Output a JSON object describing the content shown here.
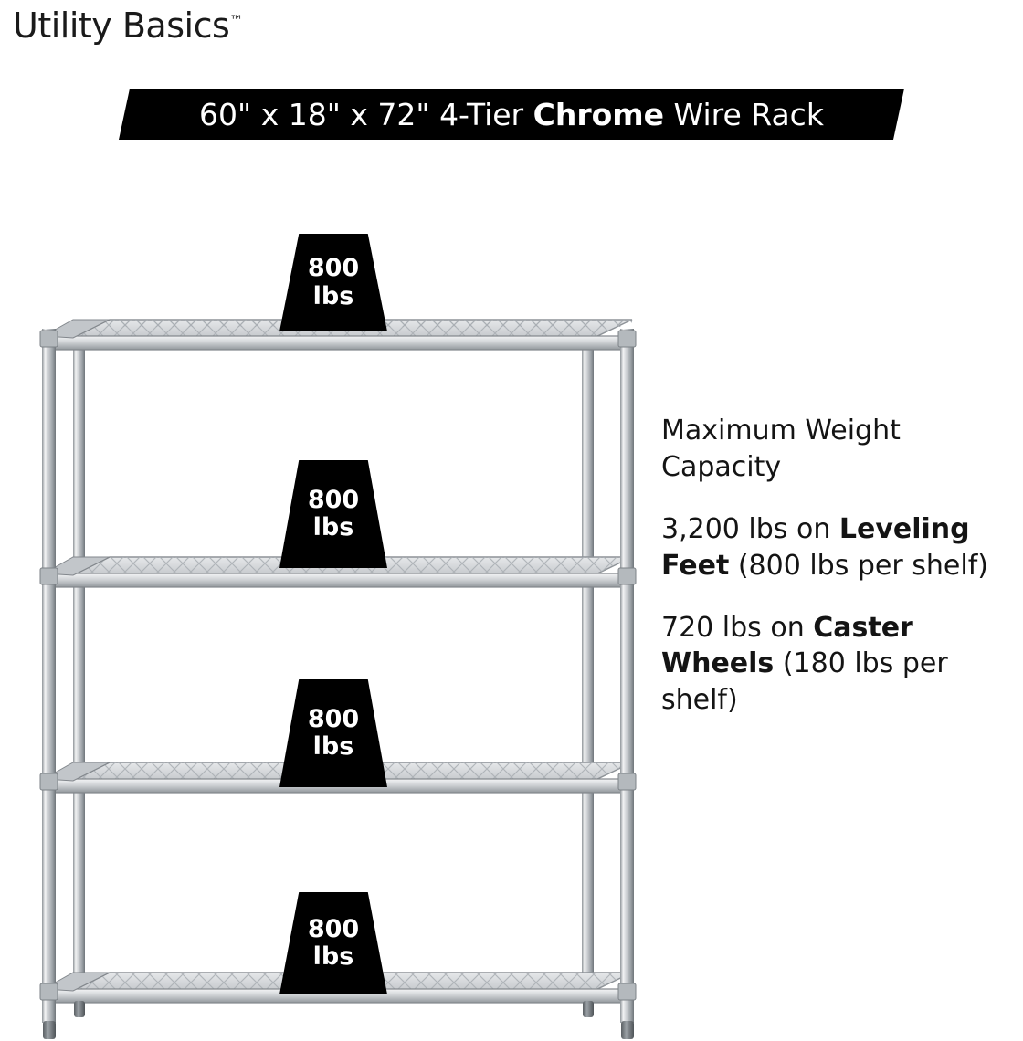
{
  "brand": {
    "name": "Utility Basics",
    "trademark": "™"
  },
  "banner": {
    "prefix": "60\" x 18\" x 72\" 4-Tier ",
    "emphasis": "Chrome",
    "suffix": " Wire Rack"
  },
  "shelf_tags": [
    {
      "value": "800",
      "unit": "lbs"
    },
    {
      "value": "800",
      "unit": "lbs"
    },
    {
      "value": "800",
      "unit": "lbs"
    },
    {
      "value": "800",
      "unit": "lbs"
    }
  ],
  "callout": {
    "heading": "Maximum Weight Capacity",
    "line1_lead": "3,200 lbs on ",
    "line1_bold": "Leveling Feet",
    "line1_tail": " (800 lbs per shelf)",
    "line2_lead": "720 lbs on ",
    "line2_bold": "Caster Wheels",
    "line2_tail": " (180 lbs per shelf)"
  },
  "colors": {
    "banner_bg": "#000000",
    "banner_text": "#ffffff",
    "body_text": "#141414",
    "chrome_light": "#e9eaec",
    "chrome_mid": "#b9bcc0",
    "chrome_dark": "#7d8287"
  }
}
